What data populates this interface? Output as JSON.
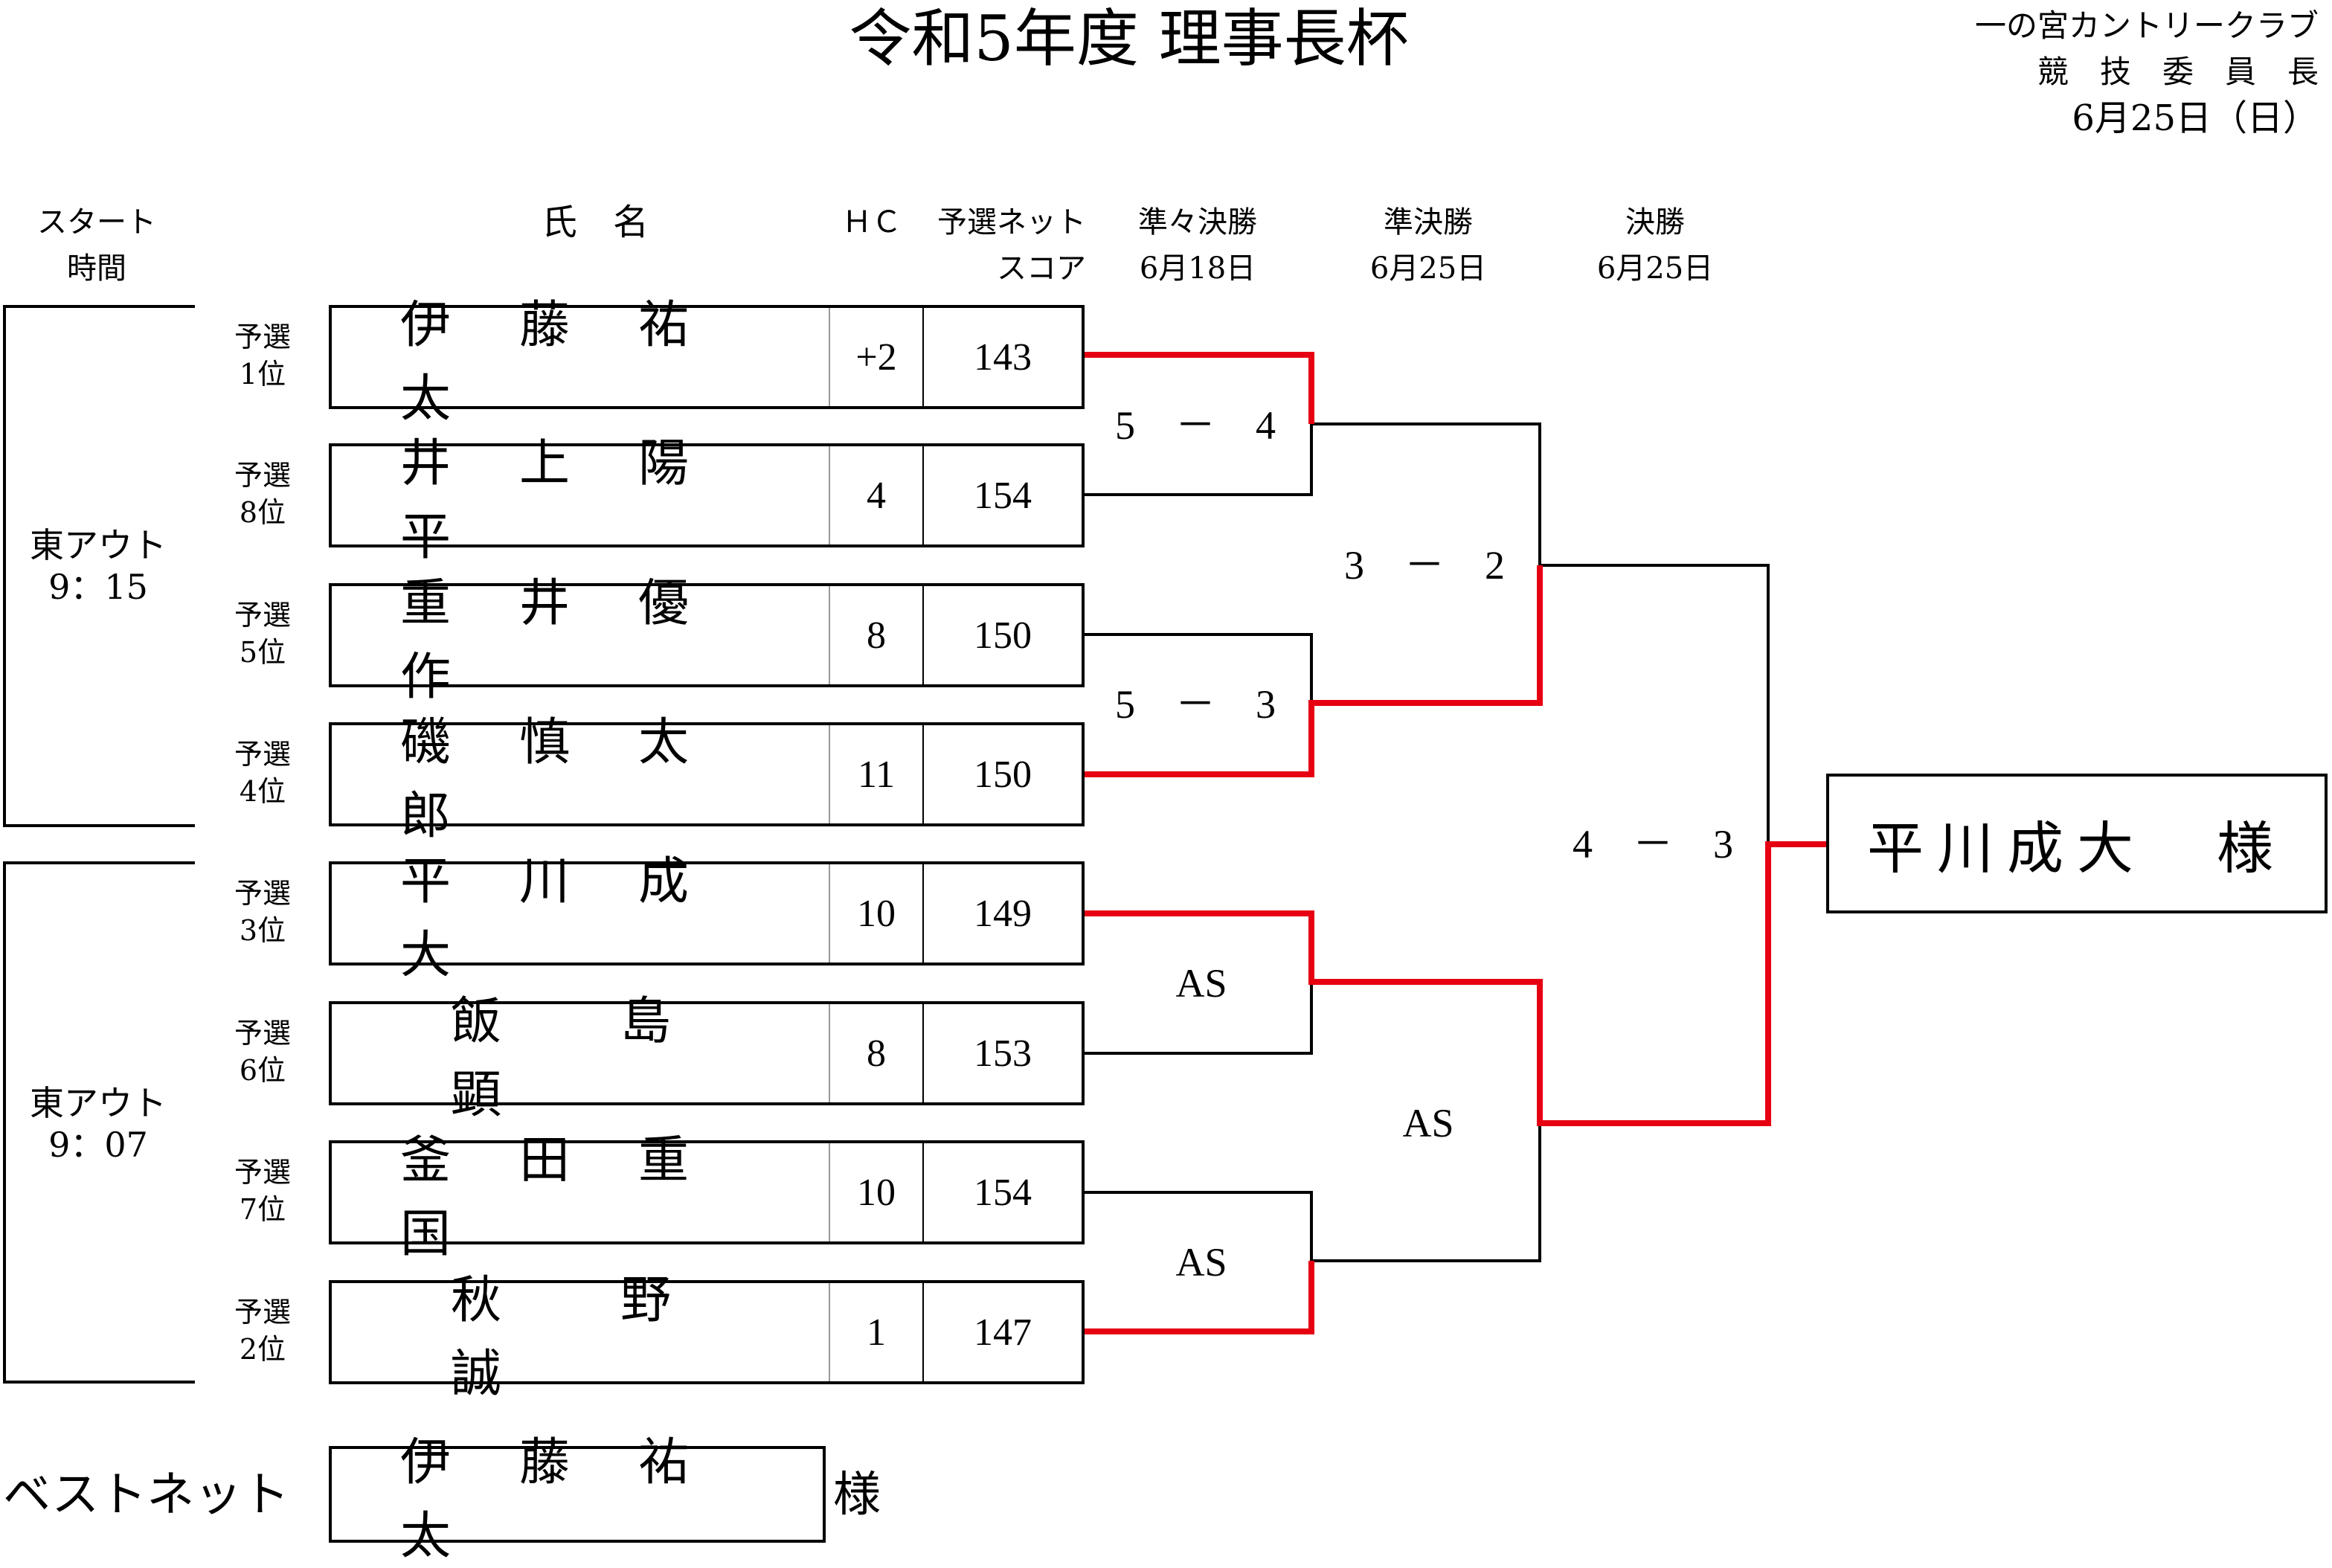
{
  "title": "令和5年度 理事長杯",
  "organizer": {
    "club": "一の宮カントリークラブ",
    "committee": "競　技　委　員　長",
    "date": "6月25日（日）"
  },
  "headers": {
    "start_time": "スタート\n時間",
    "name": "氏　名",
    "hc": "ＨＣ",
    "net_score": "予選ネット\nスコア",
    "quarterfinal": "準々決勝\n6月18日",
    "semifinal": "準決勝\n6月25日",
    "final": "決勝\n6月25日"
  },
  "groups": [
    {
      "label": "東アウト\n9：15"
    },
    {
      "label": "東アウト\n9：07"
    }
  ],
  "players": [
    {
      "rank": "予選\n1位",
      "name": "伊藤祐太",
      "hc": "+2",
      "net": "143"
    },
    {
      "rank": "予選\n8位",
      "name": "井上陽平",
      "hc": "4",
      "net": "154"
    },
    {
      "rank": "予選\n5位",
      "name": "重井優作",
      "hc": "8",
      "net": "150"
    },
    {
      "rank": "予選\n4位",
      "name": "磯慎太郎",
      "hc": "11",
      "net": "150"
    },
    {
      "rank": "予選\n3位",
      "name": "平川成大",
      "hc": "10",
      "net": "149"
    },
    {
      "rank": "予選\n6位",
      "name": "飯島顕",
      "hc": "8",
      "net": "153"
    },
    {
      "rank": "予選\n7位",
      "name": "釜田重国",
      "hc": "10",
      "net": "154"
    },
    {
      "rank": "予選\n2位",
      "name": "秋野誠",
      "hc": "1",
      "net": "147"
    }
  ],
  "scores": {
    "qf1": "5　－　4",
    "qf2": "5　－　3",
    "qf3": "AS",
    "qf4": "AS",
    "sf1": "3　－　2",
    "sf2": "AS",
    "final": "4　－　3"
  },
  "champion": "平川成大　様",
  "best_net": {
    "label": "ベストネット",
    "name": "伊藤祐太",
    "suffix": "様"
  },
  "colors": {
    "winner_line": "#e60012",
    "line": "#000000"
  }
}
